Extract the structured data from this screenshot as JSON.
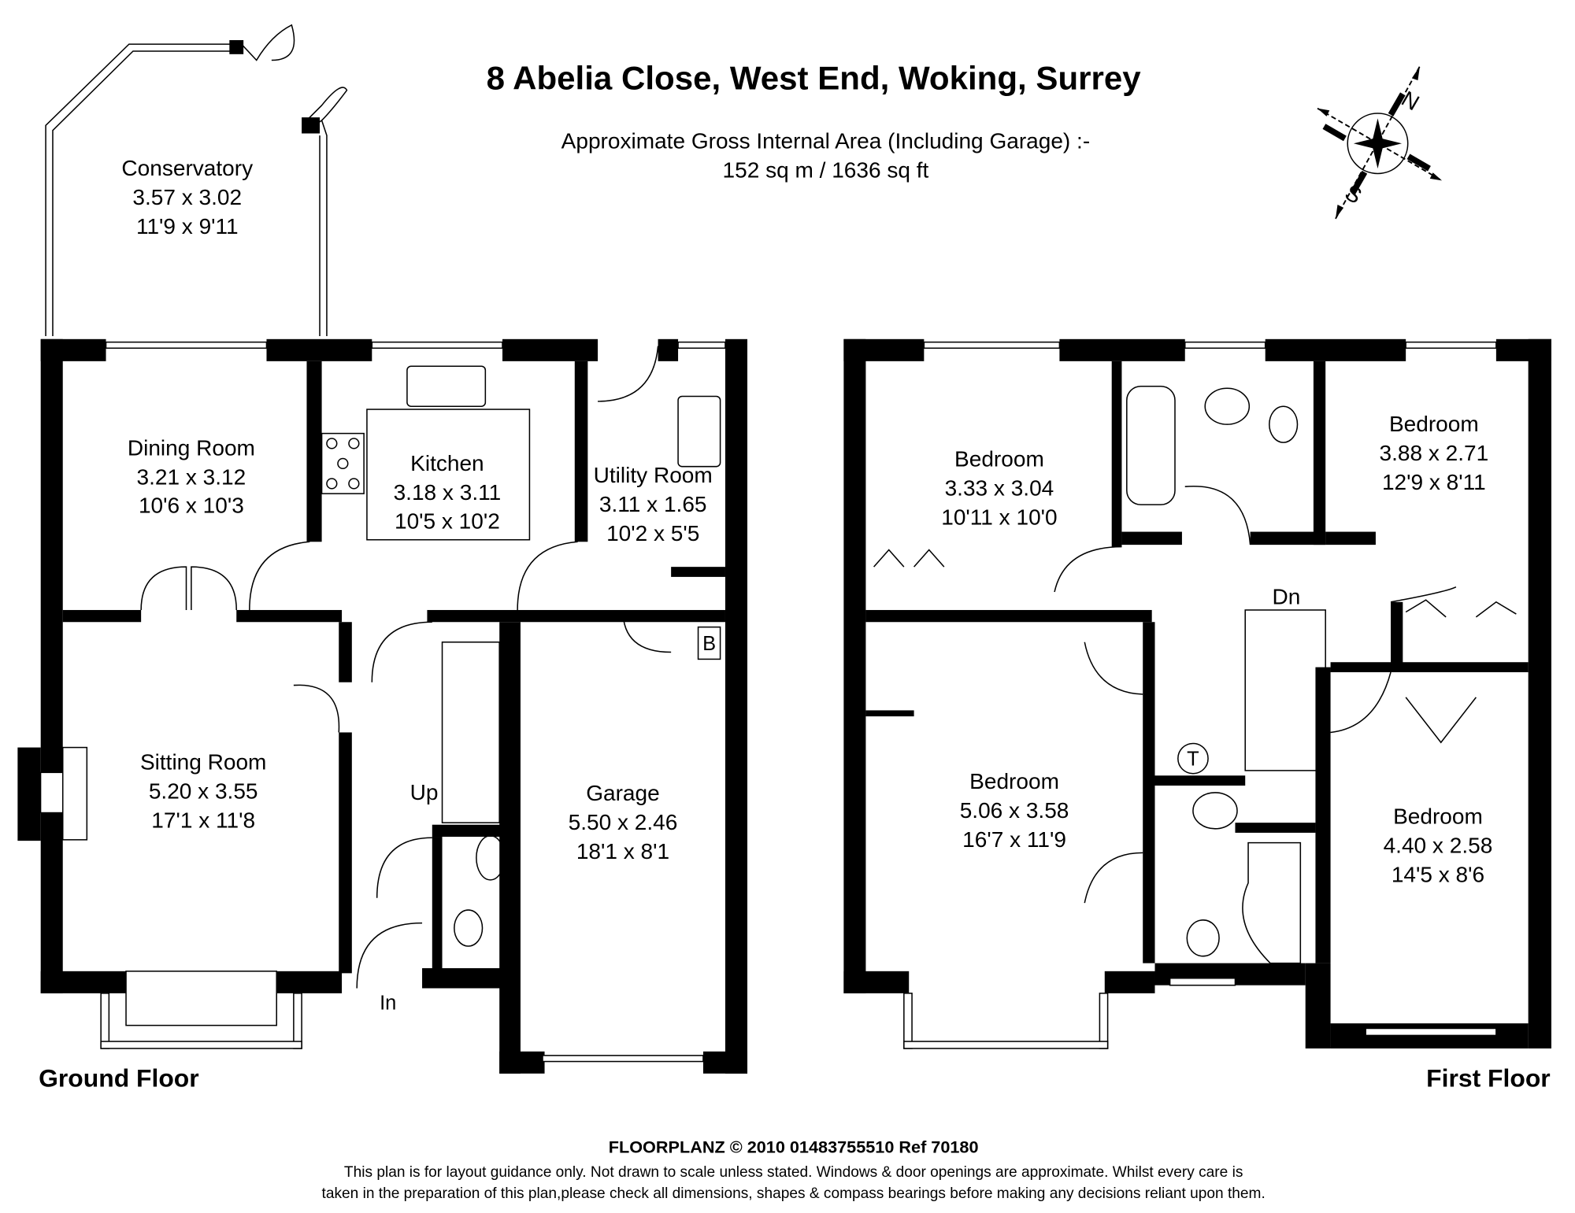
{
  "header": {
    "title": "8 Abelia Close, West End, Woking, Surrey",
    "area_label": "Approximate Gross Internal Area (Including Garage) :-",
    "area_value": "152 sq m / 1636 sq ft"
  },
  "compass": {
    "north": "N",
    "south": "S"
  },
  "ground_floor": {
    "label": "Ground Floor",
    "rooms": [
      {
        "name": "Conservatory",
        "metric": "3.57 x 3.02",
        "imperial": "11'9 x 9'11"
      },
      {
        "name": "Dining Room",
        "metric": "3.21 x 3.12",
        "imperial": "10'6 x 10'3"
      },
      {
        "name": "Kitchen",
        "metric": "3.18 x 3.11",
        "imperial": "10'5 x 10'2"
      },
      {
        "name": "Utility Room",
        "metric": "3.11 x 1.65",
        "imperial": "10'2 x 5'5"
      },
      {
        "name": "Sitting Room",
        "metric": "5.20 x 3.55",
        "imperial": "17'1 x 11'8"
      },
      {
        "name": "Garage",
        "metric": "5.50 x 2.46",
        "imperial": "18'1 x 8'1"
      }
    ],
    "markers": {
      "up": "Up",
      "in": "In",
      "boiler": "B"
    }
  },
  "first_floor": {
    "label": "First Floor",
    "rooms": [
      {
        "name": "Bedroom",
        "metric": "3.33 x 3.04",
        "imperial": "10'11 x 10'0"
      },
      {
        "name": "Bedroom",
        "metric": "3.88 x 2.71",
        "imperial": "12'9 x 8'11"
      },
      {
        "name": "Bedroom",
        "metric": "5.06 x 3.58",
        "imperial": "16'7 x 11'9"
      },
      {
        "name": "Bedroom",
        "metric": "4.40 x 2.58",
        "imperial": "14'5 x 8'6"
      }
    ],
    "markers": {
      "down": "Dn",
      "tank": "T"
    }
  },
  "footer": {
    "credit": "FLOORPLANZ © 2010    01483755510    Ref  70180",
    "disclaimer_1": "This plan is for layout guidance only. Not drawn to scale unless stated. Windows & door openings are approximate. Whilst every care is",
    "disclaimer_2": "taken in the preparation of this plan,please check all dimensions, shapes & compass bearings before making any decisions reliant upon them."
  }
}
